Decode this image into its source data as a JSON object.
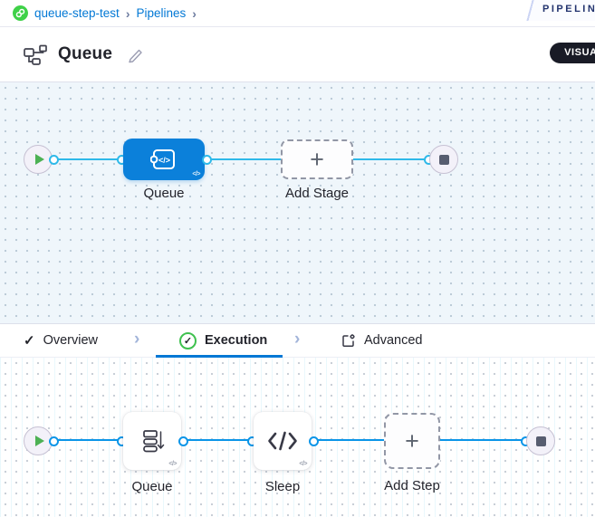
{
  "colors": {
    "accent_blue": "#0278d5",
    "stage_node_blue": "#0b80da",
    "connector_upper": "#2eb9e9",
    "connector_lower": "#0b95e8",
    "success_green": "#3fc14f",
    "play_green": "#4db154",
    "project_icon_green": "#3fd148",
    "mode_pill_bg": "#191b26"
  },
  "breadcrumb": {
    "project": "queue-step-test",
    "section": "Pipelines",
    "separator": "›"
  },
  "ribbon": {
    "label": "PIPELINE"
  },
  "header": {
    "title": "Queue",
    "mode_toggle": "VISUAL"
  },
  "glyphs": {
    "plus": "+",
    "chevron": "›",
    "check": "✓",
    "code_small": "</>"
  },
  "stage_canvas": {
    "nodes": [
      {
        "type": "start",
        "icon": "play-icon"
      },
      {
        "type": "stage",
        "label": "Queue",
        "icon": "custom-stage-icon"
      },
      {
        "type": "add-stage",
        "label": "Add Stage",
        "icon": "plus-icon"
      },
      {
        "type": "end",
        "icon": "stop-icon"
      }
    ]
  },
  "tabs": [
    {
      "label": "Overview",
      "icon": "check-icon",
      "state": "completed"
    },
    {
      "label": "Execution",
      "icon": "check-circle-icon",
      "state": "active"
    },
    {
      "label": "Advanced",
      "icon": "advanced-settings-icon",
      "state": "default"
    }
  ],
  "execution_canvas": {
    "nodes": [
      {
        "type": "start",
        "icon": "play-icon"
      },
      {
        "type": "step",
        "label": "Queue",
        "icon": "queue-icon"
      },
      {
        "type": "step",
        "label": "Sleep",
        "icon": "code-icon"
      },
      {
        "type": "add-step",
        "label": "Add Step",
        "icon": "plus-icon"
      },
      {
        "type": "end",
        "icon": "stop-icon"
      }
    ]
  }
}
